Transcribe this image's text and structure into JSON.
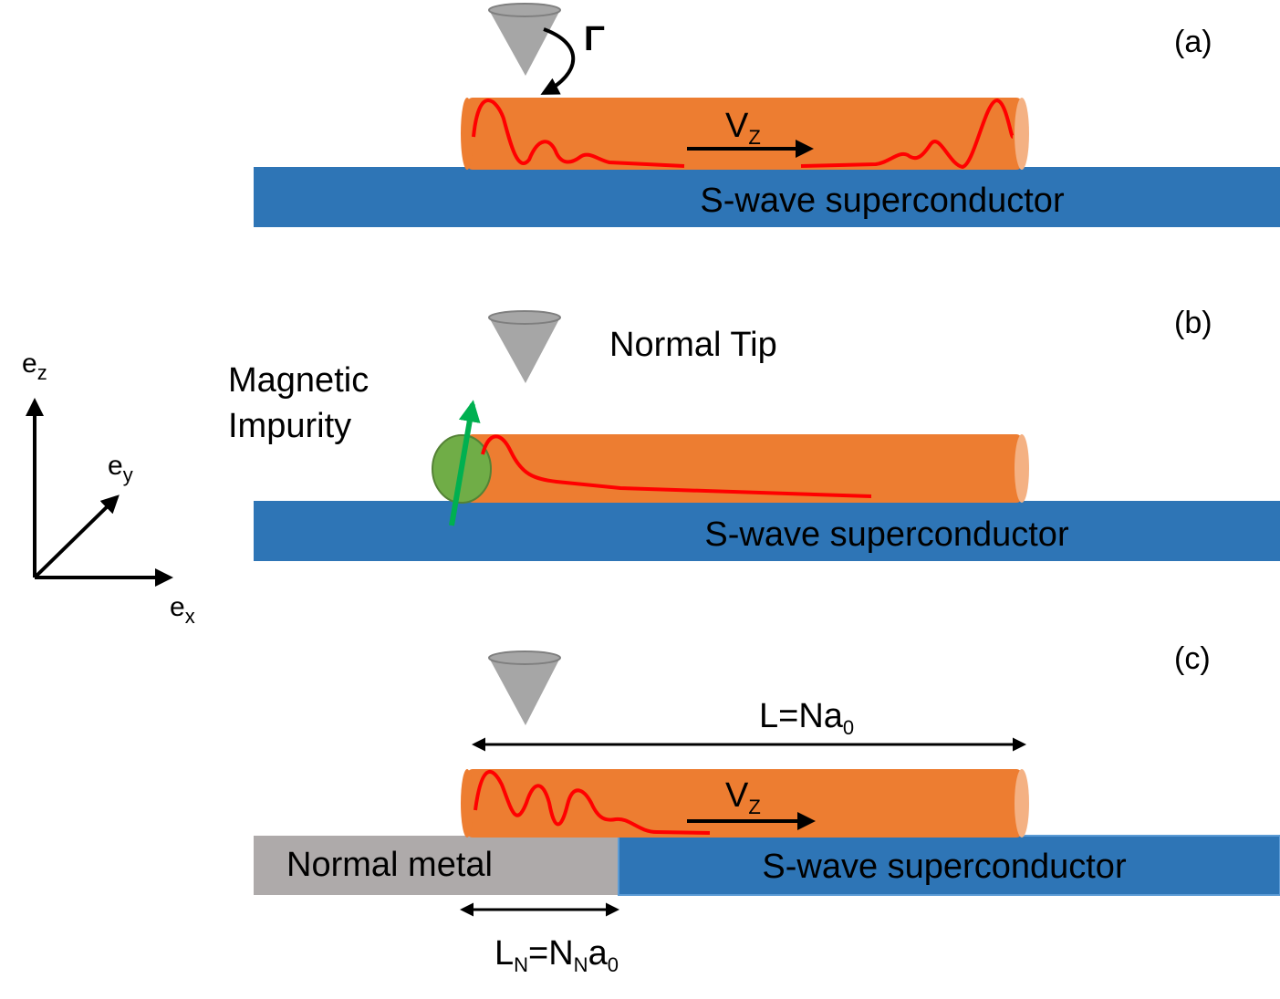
{
  "panel_a": {
    "label": "(a)",
    "gamma": "Γ",
    "field_main": "V",
    "field_sub": "Z",
    "substrate": "S-wave superconductor",
    "colors": {
      "wire": "#ed7d31",
      "substrate": "#2e75b6",
      "wave": "#ff0000",
      "tip": "#a6a6a6"
    }
  },
  "panel_b": {
    "label": "(b)",
    "tip_label": "Normal Tip",
    "impurity_line1": "Magnetic",
    "impurity_line2": "Impurity",
    "substrate": "S-wave superconductor",
    "colors": {
      "impurity": "#70ad47",
      "arrow": "#00b050"
    }
  },
  "panel_c": {
    "label": "(c)",
    "length_main": "L=Na",
    "length_sub": "0",
    "field_main": "V",
    "field_sub": "Z",
    "metal": "Normal metal",
    "substrate": "S-wave superconductor",
    "ln_a": "L",
    "ln_a_sub": "N",
    "ln_b": "=N",
    "ln_b_sub": "N",
    "ln_c": "a",
    "ln_c_sub": "0",
    "colors": {
      "metal": "#aeaaaa"
    }
  },
  "axes": {
    "z_main": "e",
    "z_sub": "z",
    "y_main": "e",
    "y_sub": "y",
    "x_main": "e",
    "x_sub": "x"
  }
}
